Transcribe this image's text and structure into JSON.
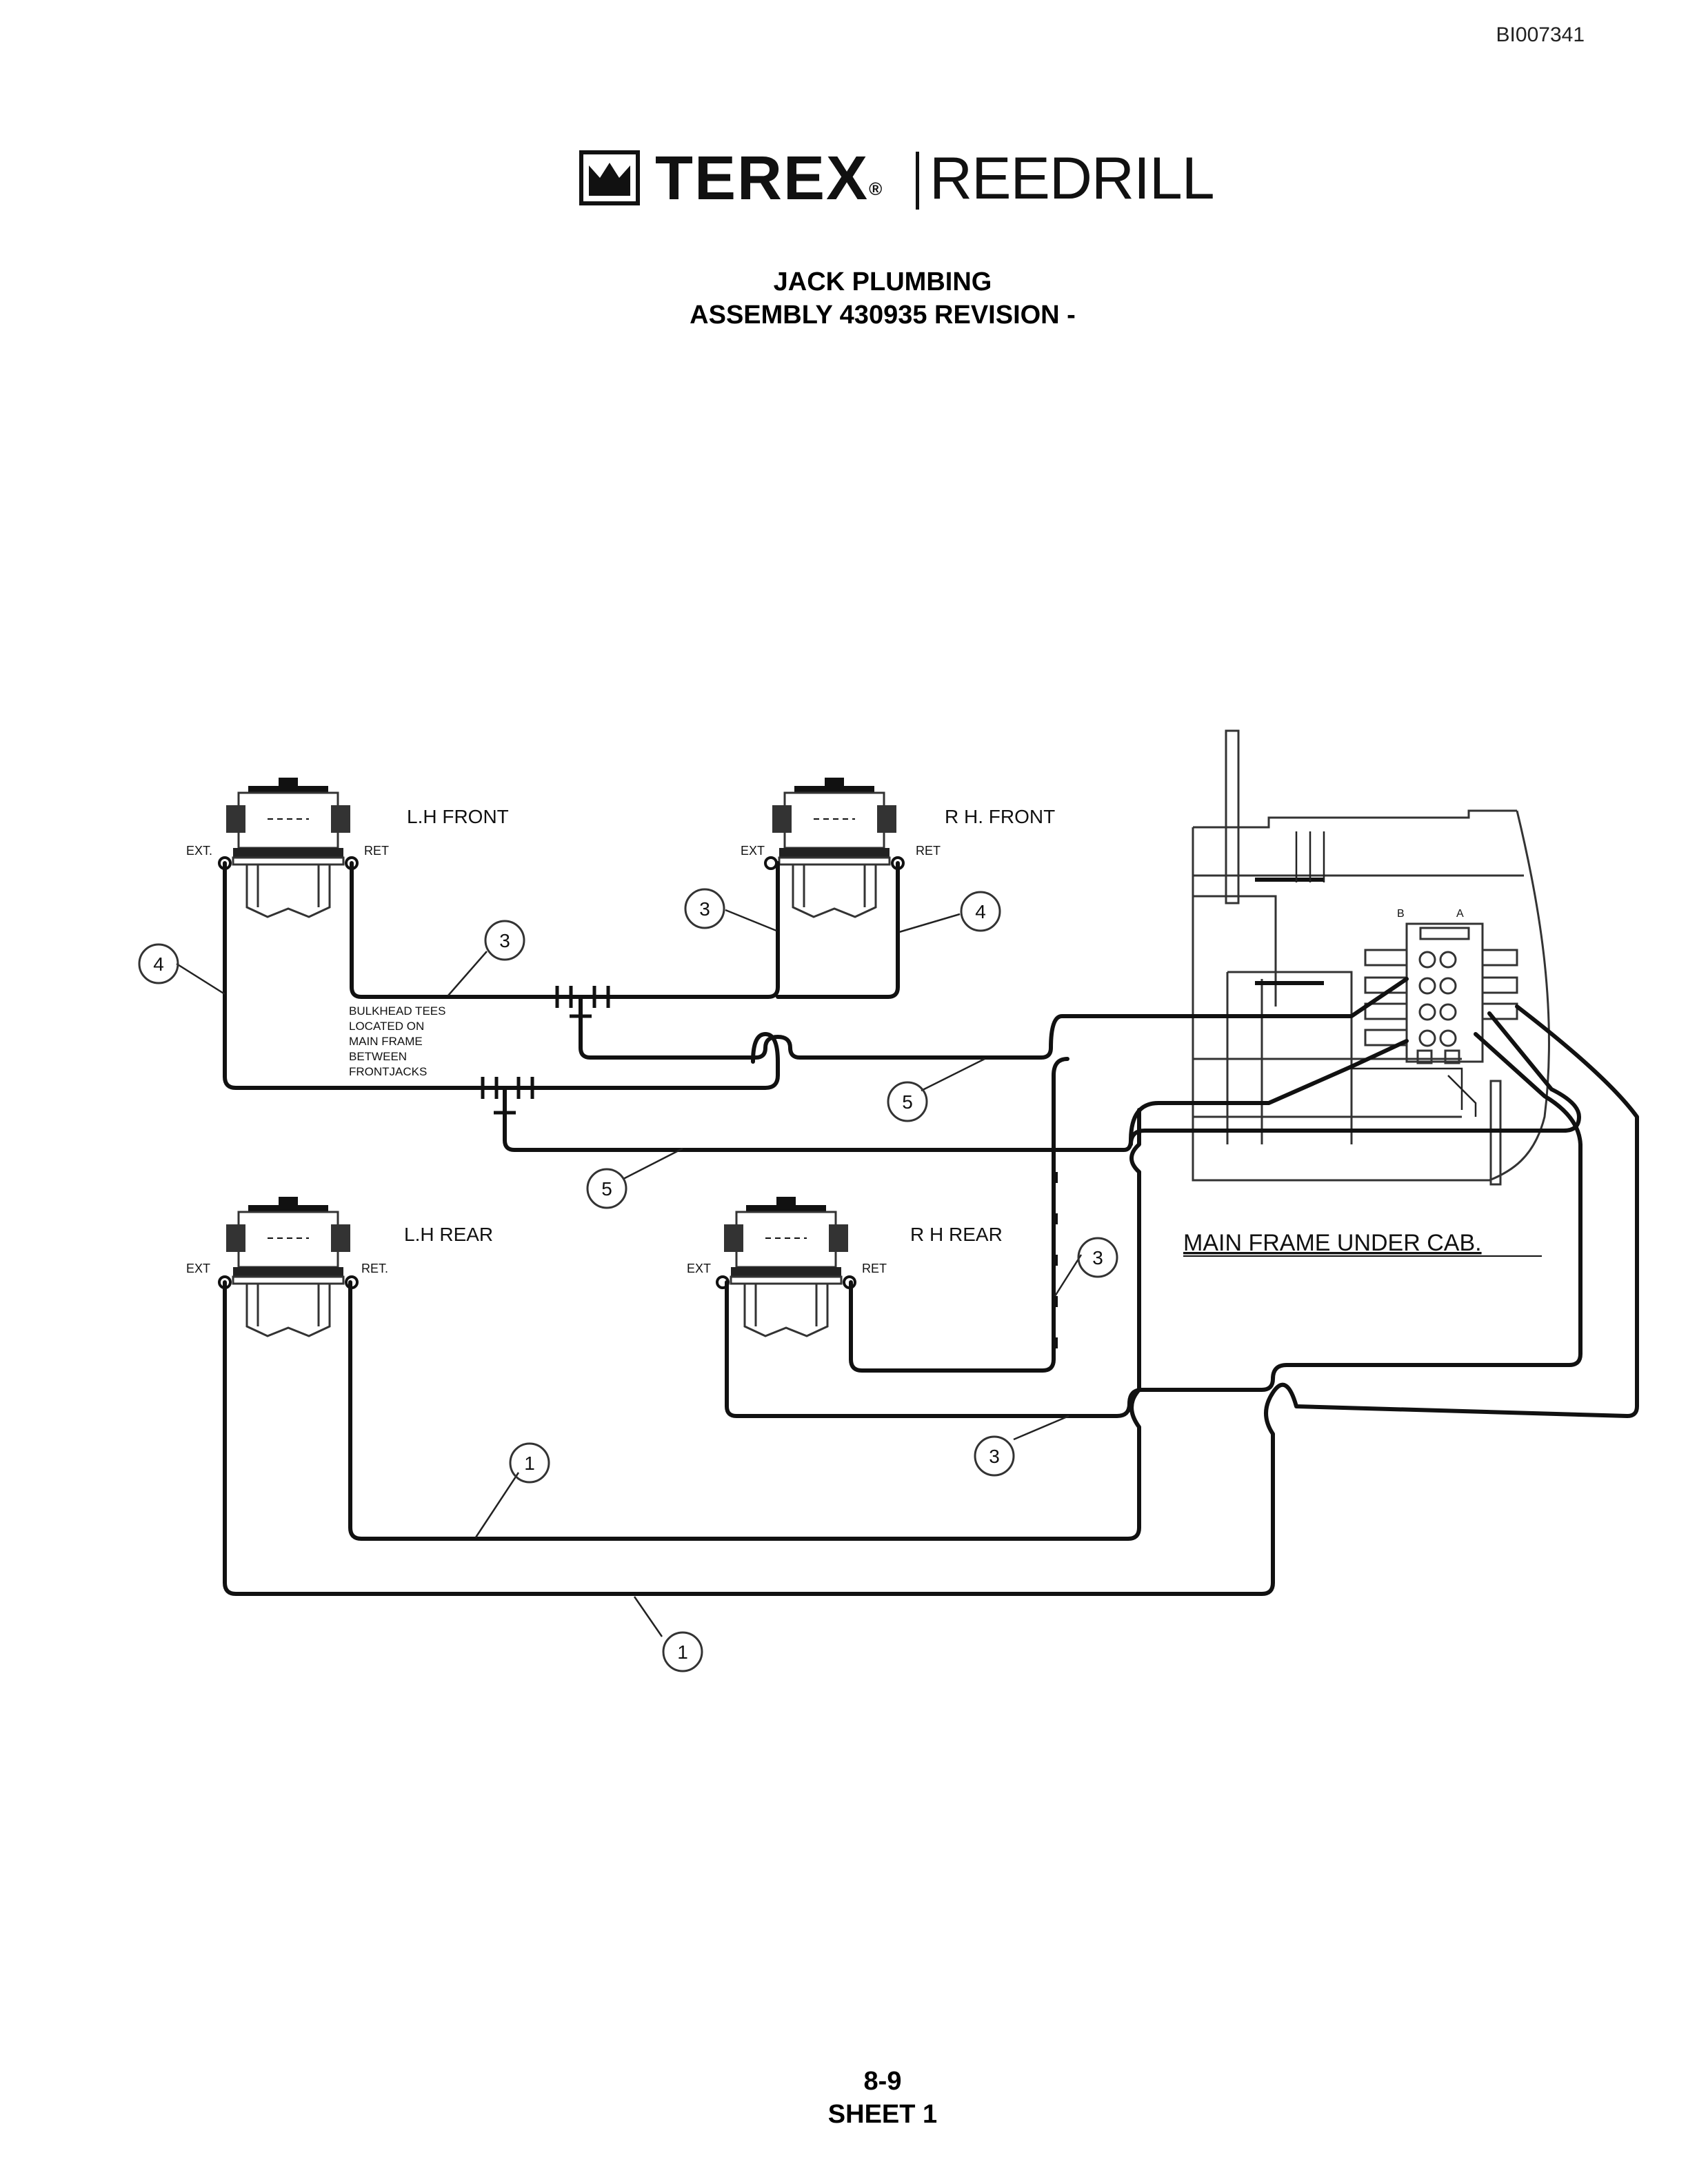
{
  "document": {
    "id": "BI007341",
    "logo": {
      "brand": "TEREX",
      "registered": "®",
      "product": "REEDRILL",
      "icon": "terex-crown-logo-icon"
    },
    "title_line1": "JACK PLUMBING",
    "title_line2": "ASSEMBLY 430935 REVISION -",
    "page_number": "8-9",
    "sheet": "SHEET 1"
  },
  "jacks": {
    "lh_front": {
      "label": "L.H  FRONT",
      "ext": "EXT.",
      "ret": "RET"
    },
    "rh_front": {
      "label": "R H.  FRONT",
      "ext": "EXT",
      "ret": "RET"
    },
    "lh_rear": {
      "label": "L.H  REAR",
      "ext": "EXT",
      "ret": "RET."
    },
    "rh_rear": {
      "label": "R H  REAR",
      "ext": "EXT",
      "ret": "RET"
    }
  },
  "notes": {
    "bulkhead_line1": "BULKHEAD  TEES",
    "bulkhead_line2": "LOCATED  ON",
    "bulkhead_line3": "MAIN  FRAME",
    "bulkhead_line4": "BETWEEN",
    "bulkhead_line5": "FRONTJACKS",
    "main_frame": "MAIN  FRAME  UNDER  CAB.",
    "valve_b": "B",
    "valve_a": "A"
  },
  "callouts": [
    "4",
    "3",
    "3",
    "4",
    "5",
    "5",
    "3",
    "1",
    "3",
    "1"
  ]
}
